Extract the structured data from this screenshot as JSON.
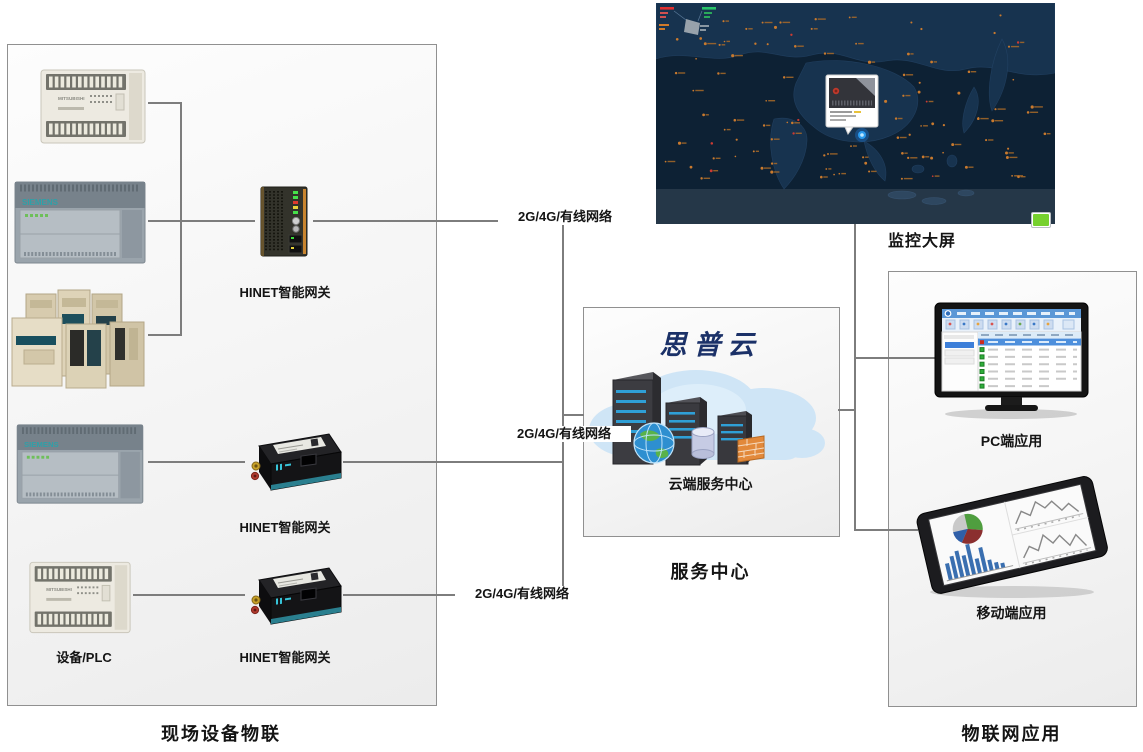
{
  "colors": {
    "line": "#7d7d7d",
    "box_border": "#909090",
    "label": "#141414",
    "brand_blue": "#1b3168",
    "map_bg": "#0d2134",
    "map_land": "#17334f",
    "cloud": "#cfe5f6"
  },
  "field_box": {
    "label": "现场设备物联",
    "plc_caption": "设备/PLC",
    "gateway_labels": [
      "HINET智能网关",
      "HINET智能网关",
      "HINET智能网关"
    ],
    "plc_brand_mitsubishi": "MITSUBISHI",
    "plc_brand_siemens": "SIEMENS"
  },
  "network": {
    "labels": [
      "2G/4G/有线网络",
      "2G/4G/有线网络",
      "2G/4G/有线网络"
    ]
  },
  "monitor_wall": {
    "caption": "监控大屏"
  },
  "service_center": {
    "brand": "思普云",
    "cloud_caption": "云端服务中心",
    "caption": "服务中心"
  },
  "apps_box": {
    "label": "物联网应用",
    "pc_caption": "PC端应用",
    "mobile_caption": "移动端应用"
  }
}
